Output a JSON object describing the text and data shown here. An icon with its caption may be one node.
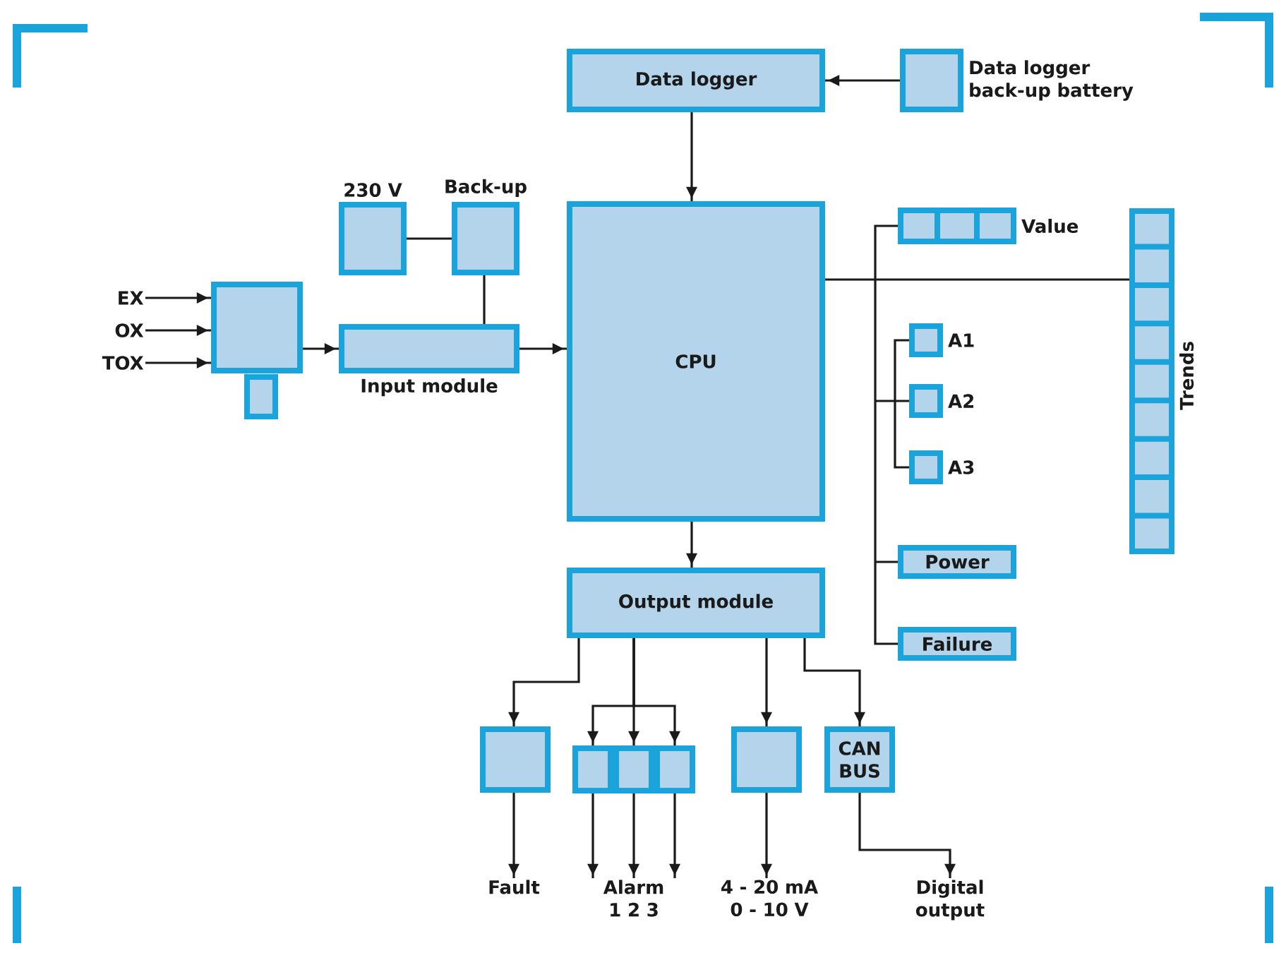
{
  "diagram": {
    "nodes": [
      {
        "text": [
          "Data logger"
        ]
      },
      {
        "text": [
          "Data logger back-up battery"
        ]
      },
      {
        "text": [
          "230 V"
        ]
      },
      {
        "text": [
          "Back-up"
        ]
      },
      {
        "text": [
          "EX"
        ]
      },
      {
        "text": [
          "OX"
        ]
      },
      {
        "text": [
          "TOX"
        ]
      },
      {
        "text": [],
        "shape": "box"
      },
      {
        "text": [],
        "shape": "box"
      },
      {
        "text": [
          "Input module"
        ]
      },
      {
        "text": [
          "CPU"
        ]
      },
      {
        "text": [
          "Value"
        ]
      },
      {
        "text": [
          "A1"
        ]
      },
      {
        "text": [
          "A2"
        ]
      },
      {
        "text": [
          "A3"
        ]
      },
      {
        "text": [
          "Power"
        ]
      },
      {
        "text": [
          "Failure"
        ]
      },
      {
        "text": [
          "Trends"
        ]
      },
      {
        "text": [
          "Output module"
        ]
      },
      {
        "text": [],
        "shape": "box"
      },
      {
        "text": [],
        "shape": "box"
      },
      {
        "text": [],
        "shape": "box"
      },
      {
        "text": [],
        "shape": "box"
      },
      {
        "text": [],
        "shape": "box"
      },
      {
        "text": [
          "CAN BUS"
        ]
      },
      {
        "text": [
          "Fault"
        ]
      },
      {
        "text": [
          "Alarm 1 2 3"
        ]
      },
      {
        "text": [
          "4 - 20 mA 0 - 10 V"
        ]
      },
      {
        "text": [
          "Digital output"
        ]
      }
    ],
    "edges": [
      {
        "from": 1,
        "to": 0,
        "arrow": "to"
      },
      {
        "from": 0,
        "to": 10,
        "arrow": "to"
      },
      {
        "from": 2,
        "to": 3,
        "arrow": "none"
      },
      {
        "from": 3,
        "to": 9,
        "arrow": "none"
      },
      {
        "from": 4,
        "to": 7,
        "arrow": "to"
      },
      {
        "from": 5,
        "to": 7,
        "arrow": "to"
      },
      {
        "from": 6,
        "to": 7,
        "arrow": "to"
      },
      {
        "from": 7,
        "to": 9,
        "arrow": "to"
      },
      {
        "from": 9,
        "to": 10,
        "arrow": "to"
      },
      {
        "from": 10,
        "to": 11,
        "arrow": "none"
      },
      {
        "from": 10,
        "to": 12,
        "arrow": "none"
      },
      {
        "from": 10,
        "to": 13,
        "arrow": "none"
      },
      {
        "from": 10,
        "to": 14,
        "arrow": "none"
      },
      {
        "from": 10,
        "to": 15,
        "arrow": "none"
      },
      {
        "from": 10,
        "to": 16,
        "arrow": "none"
      },
      {
        "from": 10,
        "to": 17,
        "arrow": "none"
      },
      {
        "from": 10,
        "to": 18,
        "arrow": "to"
      },
      {
        "from": 18,
        "to": 19,
        "arrow": "to"
      },
      {
        "from": 18,
        "to": 20,
        "arrow": "to"
      },
      {
        "from": 18,
        "to": 21,
        "arrow": "to"
      },
      {
        "from": 18,
        "to": 22,
        "arrow": "to"
      },
      {
        "from": 18,
        "to": 23,
        "arrow": "to"
      },
      {
        "from": 18,
        "to": 24,
        "arrow": "to"
      },
      {
        "from": 19,
        "to": 25,
        "arrow": "to"
      },
      {
        "from": 20,
        "to": 26,
        "arrow": "to"
      },
      {
        "from": 21,
        "to": 26,
        "arrow": "to"
      },
      {
        "from": 22,
        "to": 26,
        "arrow": "to"
      },
      {
        "from": 23,
        "to": 27,
        "arrow": "to"
      },
      {
        "from": 24,
        "to": 28,
        "arrow": "to"
      }
    ]
  }
}
